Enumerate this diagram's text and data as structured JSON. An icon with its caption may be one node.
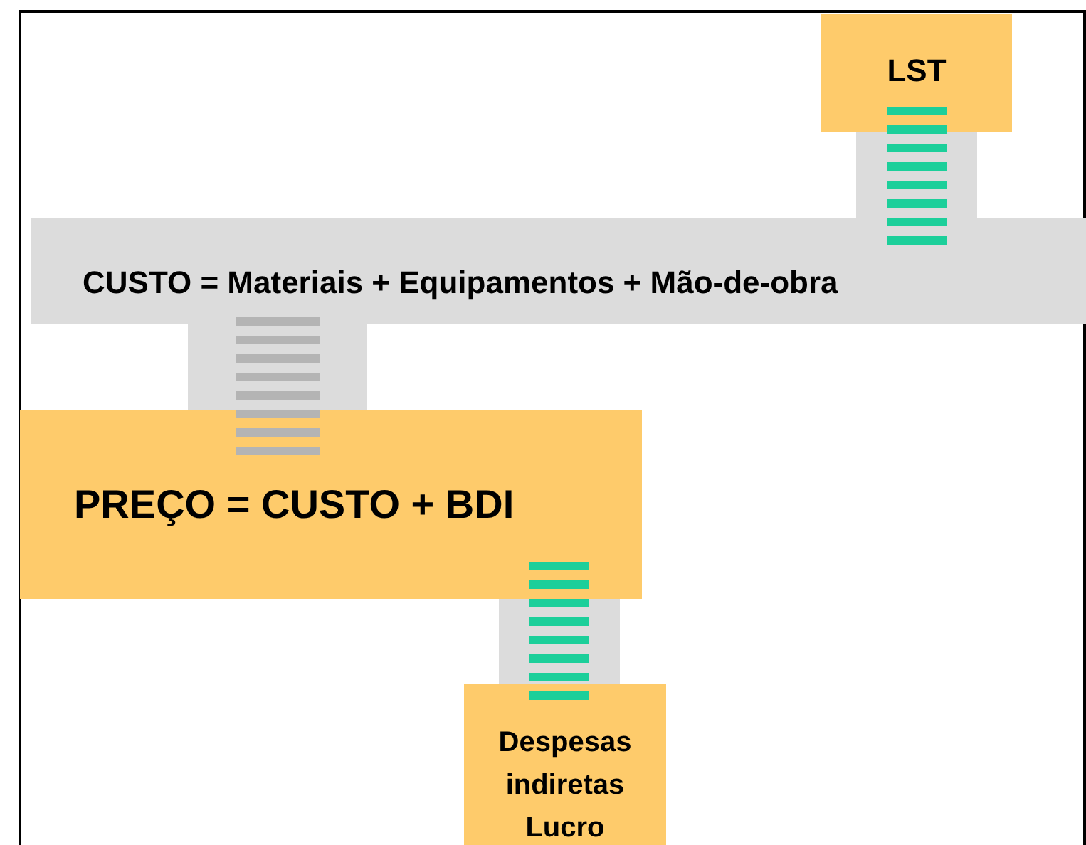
{
  "diagram": {
    "nodes": [
      {
        "text": [
          "LST"
        ]
      },
      {
        "text": [
          "CUSTO = Materiais + Equipamentos + Mão-de-obra"
        ]
      },
      {
        "text": [
          "PREÇO = CUSTO + BDI"
        ]
      },
      {
        "text": [
          "Despesas indiretas Lucro"
        ]
      }
    ],
    "edges": [
      {
        "from": 0,
        "to": 1,
        "arrow": "none"
      },
      {
        "from": 1,
        "to": 2,
        "arrow": "none",
        "color": "#b4b4b4"
      },
      {
        "from": 2,
        "to": 3,
        "arrow": "none"
      }
    ]
  }
}
